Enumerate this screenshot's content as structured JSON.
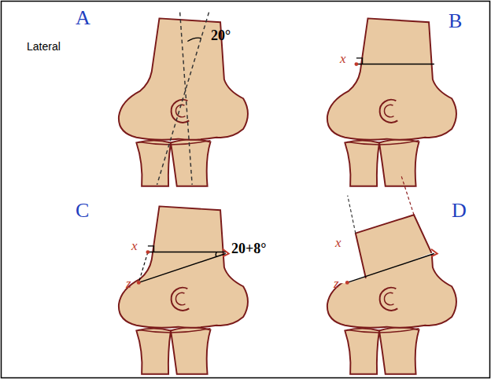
{
  "diagram": {
    "labels": [
      "A",
      "Lateral",
      "20°",
      "B",
      "x",
      "C",
      "x",
      "20+8°",
      "z",
      "D",
      "x",
      "z"
    ]
  }
}
